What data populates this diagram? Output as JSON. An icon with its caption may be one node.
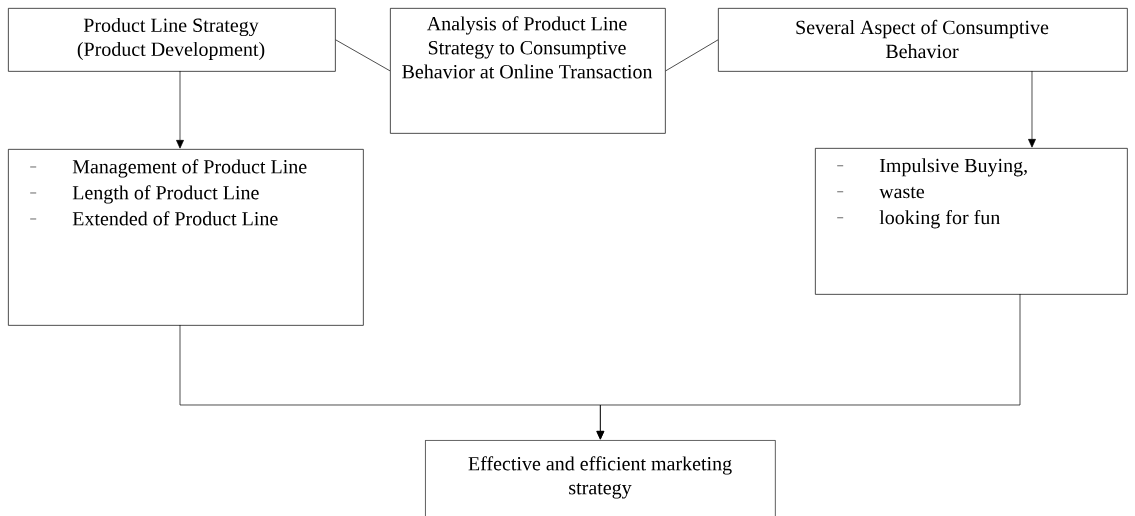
{
  "diagram": {
    "nodes": [
      {
        "text": [
          "Product Line Strategy",
          "(Product Development)"
        ]
      },
      {
        "text": [
          "Analysis of Product Line Strategy to Consumptive Behavior at Online Transaction"
        ]
      },
      {
        "text": [
          "Several Aspect of Consumptive Behavior"
        ]
      },
      {
        "text": [
          "Management of Product Line",
          "Length of Product Line",
          "Extended of Product Line"
        ]
      },
      {
        "text": [
          "Impulsive Buying,",
          "waste",
          "looking for fun"
        ]
      },
      {
        "text": [
          "Effective and efficient marketing strategy"
        ]
      }
    ],
    "edges": [
      {
        "from": 0,
        "to": 1,
        "arrow": "none"
      },
      {
        "from": 1,
        "to": 2,
        "arrow": "none"
      },
      {
        "from": 0,
        "to": 3,
        "arrow": "to"
      },
      {
        "from": 2,
        "to": 4,
        "arrow": "to"
      },
      {
        "from": 3,
        "to": 5,
        "arrow": "to"
      },
      {
        "from": 4,
        "to": 5,
        "arrow": "to"
      }
    ]
  }
}
